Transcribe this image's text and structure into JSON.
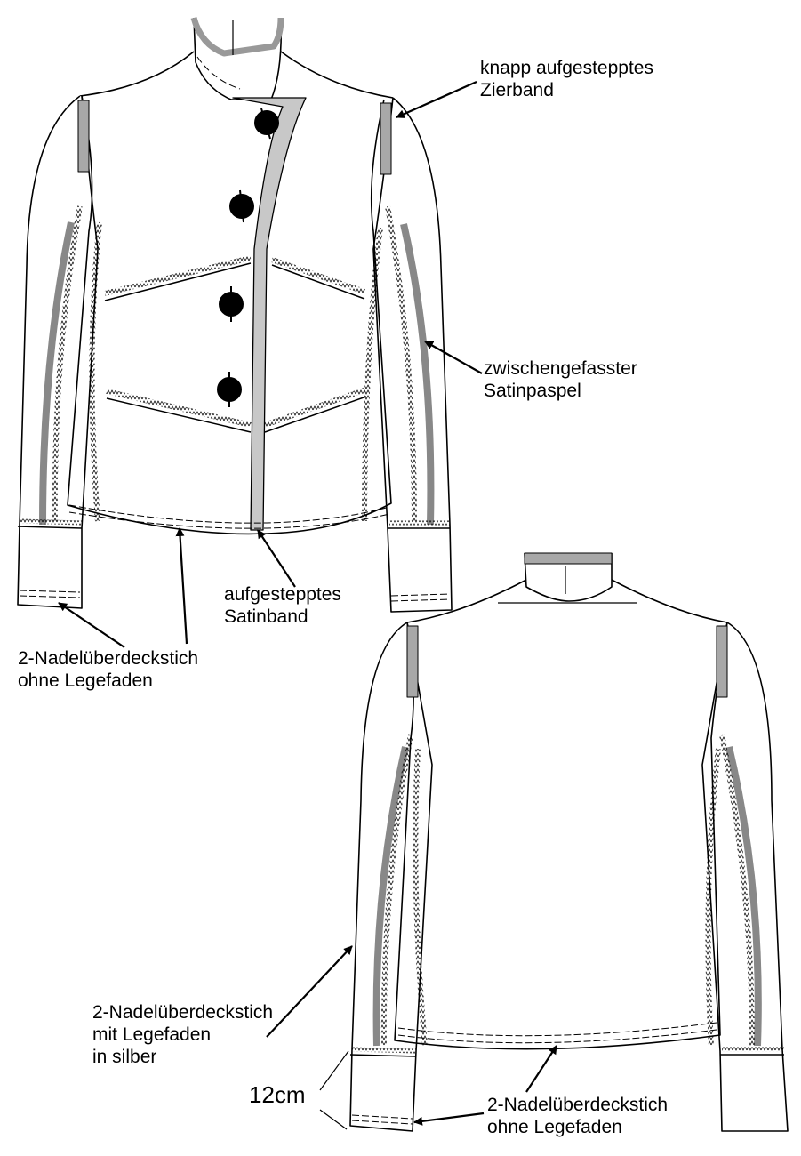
{
  "labels": {
    "zierband": [
      "knapp aufgestepptes",
      "Zierband"
    ],
    "satinpaspel": [
      "zwischengefasster",
      "Satinpaspel"
    ],
    "satinband": [
      "aufgestepptes",
      "Satinband"
    ],
    "naht_front": [
      "2-Nadelüberdeckstich",
      "ohne Legefaden"
    ],
    "naht_silber": [
      "2-Nadelüberdeckstich",
      "mit Legefaden",
      "in silber"
    ],
    "measure": "12cm",
    "naht_back": [
      "2-Nadelüberdeckstich",
      "ohne Legefaden"
    ]
  },
  "colors": {
    "line": "#000000",
    "tape": "#a8a8a8",
    "button": "#000000"
  }
}
